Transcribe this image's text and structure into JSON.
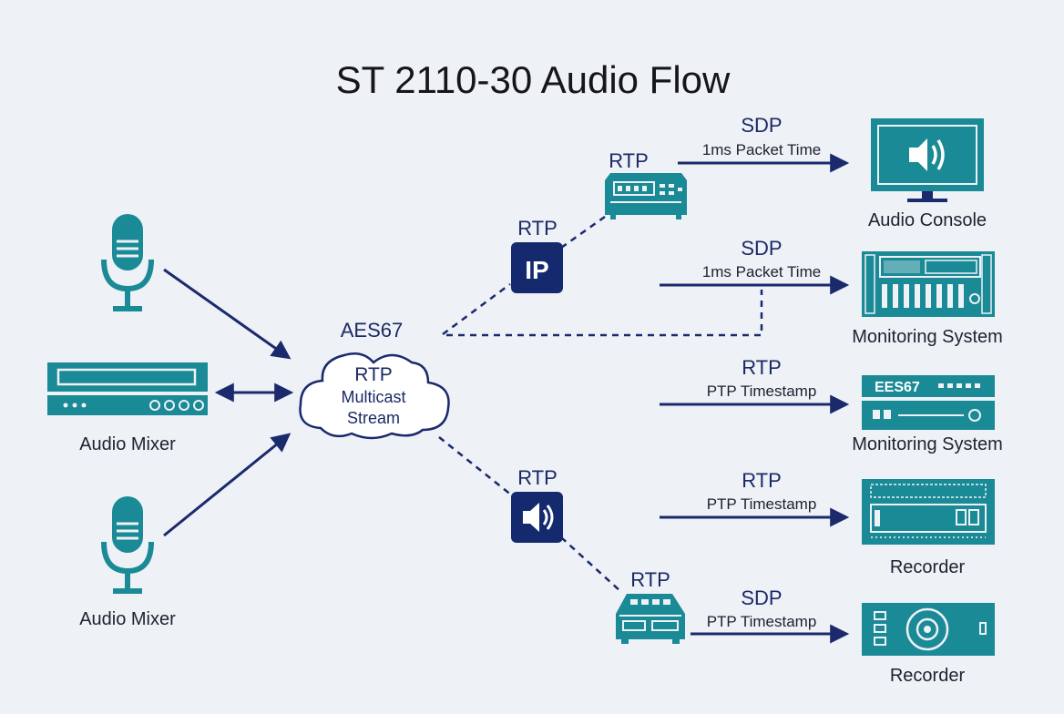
{
  "title": "ST 2110-30 Audio Flow",
  "colors": {
    "navy": "#1a2a6c",
    "teal": "#1a8a96",
    "teal_dark": "#0f6b76",
    "background": "#eef1f6"
  },
  "sources": {
    "mic_top": {
      "icon": "microphone-icon"
    },
    "mixer": {
      "label": "Audio Mixer",
      "icon": "audio-mixer-rack-icon"
    },
    "mic_bottom": {
      "label": "Audio Mixer",
      "icon": "microphone-icon"
    }
  },
  "cloud": {
    "protocol": "AES67",
    "line1": "RTP",
    "line2": "Multicast",
    "line3": "Stream"
  },
  "nodes": {
    "ip": {
      "label": "RTP",
      "badge": "IP"
    },
    "speaker": {
      "label": "RTP"
    },
    "top_router": {
      "label": "RTP"
    },
    "bottom_switch": {
      "label": "RTP"
    }
  },
  "links": [
    {
      "title": "SDP",
      "subtitle": "1ms Packet Time"
    },
    {
      "title": "SDP",
      "subtitle": "1ms Packet Time"
    },
    {
      "title": "RTP",
      "subtitle": "PTP Timestamp"
    },
    {
      "title": "RTP",
      "subtitle": "PTP Timestamp"
    },
    {
      "title": "SDP",
      "subtitle": "PTP Timestamp"
    }
  ],
  "destinations": [
    {
      "label": "Audio Console",
      "icon": "audio-console-monitor-icon"
    },
    {
      "label": "Monitoring System",
      "icon": "monitoring-rack-icon"
    },
    {
      "label": "Monitoring System",
      "icon": "monitoring-rack-icon",
      "device_text": "EES67"
    },
    {
      "label": "Recorder",
      "icon": "recorder-rack-icon"
    },
    {
      "label": "Recorder",
      "icon": "recorder-rack-icon"
    }
  ]
}
